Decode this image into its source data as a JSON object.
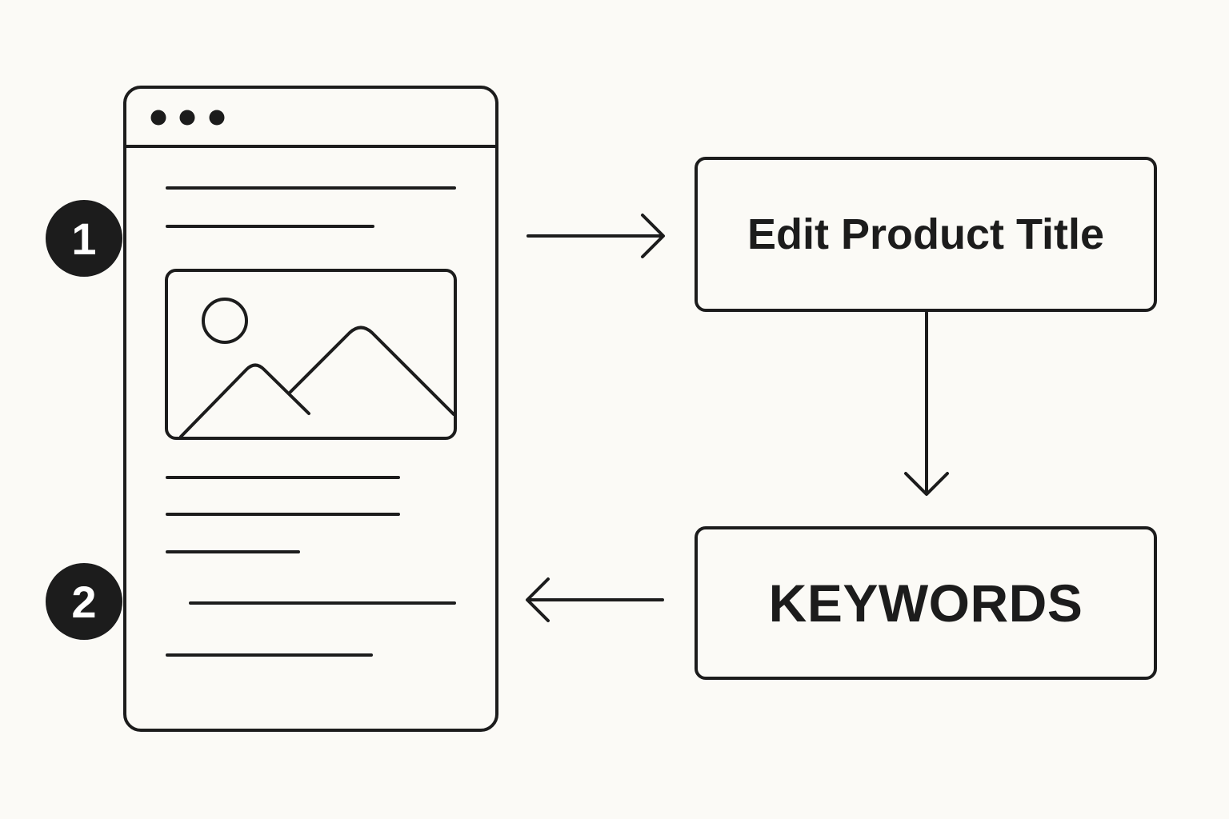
{
  "steps": {
    "edit_product_title": "Edit Product Title",
    "keywords": "KEYWORDS"
  },
  "badges": {
    "first": "1",
    "second": "2"
  },
  "colors": {
    "background": "#fbfaf6",
    "stroke": "#1c1c1c",
    "badge_text": "#ffffff"
  }
}
